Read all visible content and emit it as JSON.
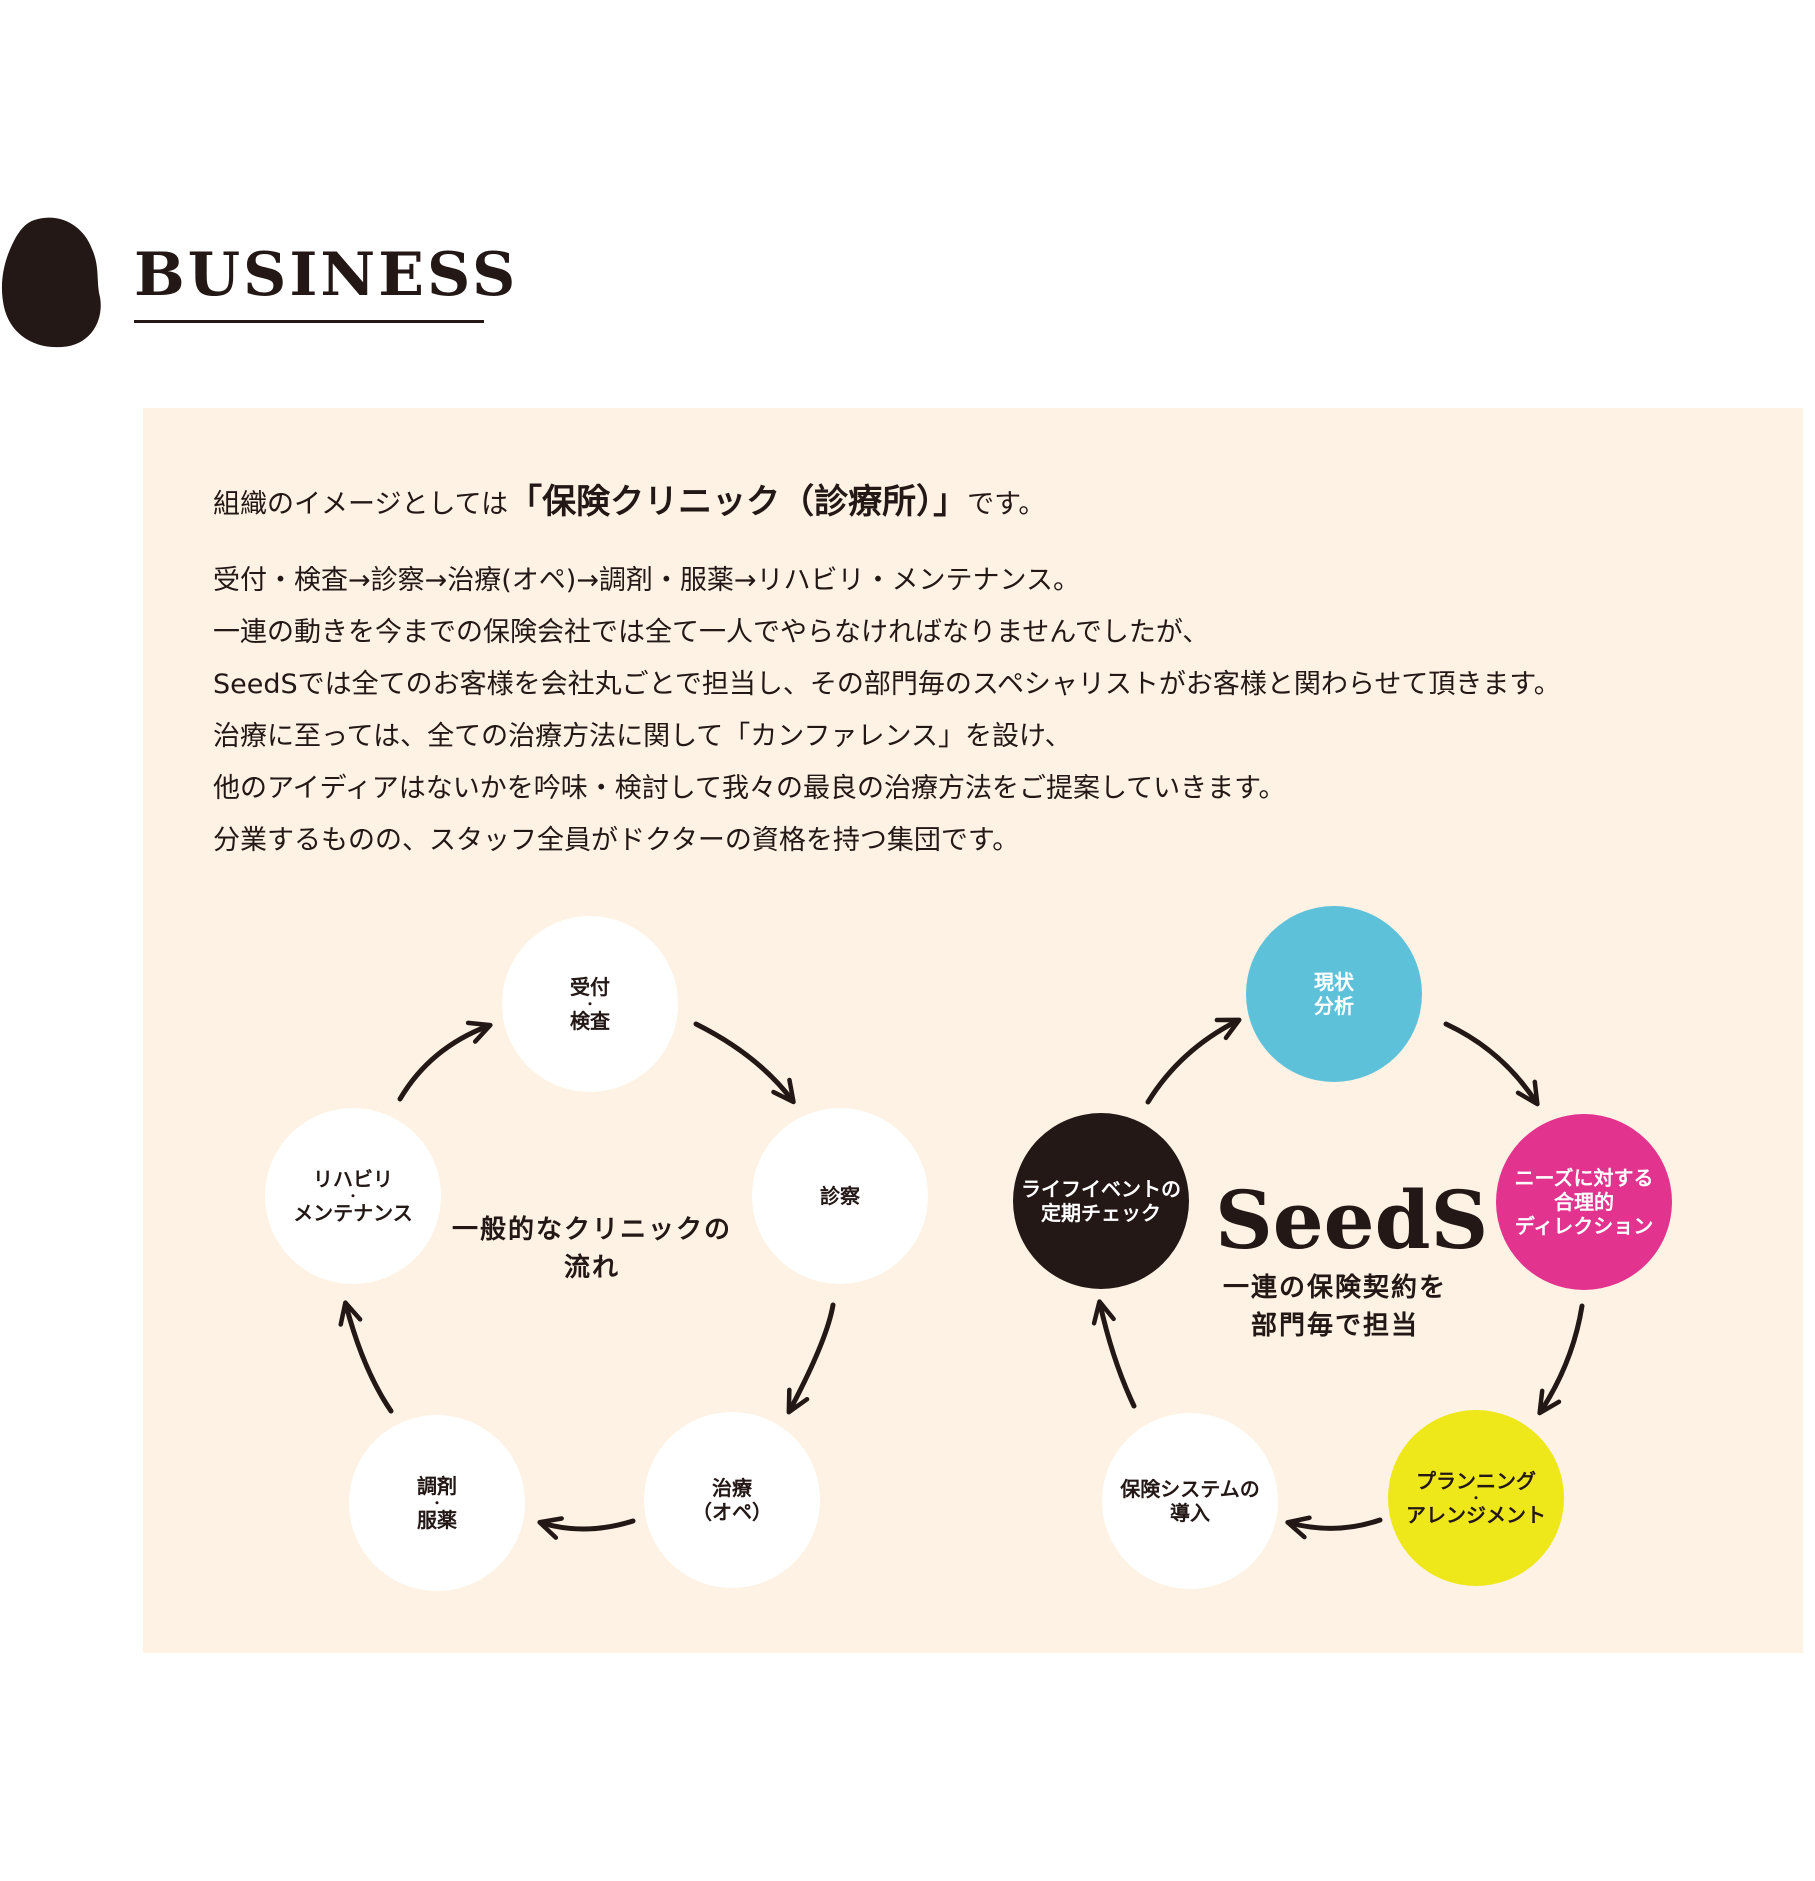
{
  "header": {
    "title": "BUSINESS"
  },
  "intro": {
    "prefix": "組織のイメージとしては",
    "emphasis": "「保険クリニック（診療所）」",
    "suffix": "です。"
  },
  "paragraph": [
    "受付・検査→診察→治療(オペ)→調剤・服薬→リハビリ・メンテナンス。",
    "一連の動きを今までの保険会社では全て一人でやらなければなりませんでしたが、",
    "SeedSでは全てのお客様を会社丸ごとで担当し、その部門毎のスペシャリストがお客様と関わらせて頂きます。",
    "治療に至っては、全ての治療方法に関して「カンファレンス」を設け、",
    "他のアイディアはないかを吟味・検討して我々の最良の治療方法をご提案していきます。",
    "分業するものの、スタッフ全員がドクターの資格を持つ集団です。"
  ],
  "clinic_cycle": {
    "center_lines": [
      "一般的なクリニックの",
      "流れ"
    ],
    "nodes": [
      {
        "id": "reception",
        "lines": [
          "受付",
          "検査"
        ],
        "separator": "・",
        "fill": "#ffffff",
        "text_color": "#231815"
      },
      {
        "id": "consultation",
        "lines": [
          "診察"
        ],
        "separator": "",
        "fill": "#ffffff",
        "text_color": "#231815"
      },
      {
        "id": "treatment",
        "lines": [
          "治療",
          "（オペ）"
        ],
        "separator": "",
        "fill": "#ffffff",
        "text_color": "#231815"
      },
      {
        "id": "pharmacy",
        "lines": [
          "調剤",
          "服薬"
        ],
        "separator": "・",
        "fill": "#ffffff",
        "text_color": "#231815"
      },
      {
        "id": "rehab",
        "lines": [
          "リハビリ",
          "メンテナンス"
        ],
        "separator": "・",
        "fill": "#ffffff",
        "text_color": "#231815"
      }
    ]
  },
  "seeds_cycle": {
    "logo": "SeedS",
    "center_lines": [
      "一連の保険契約を",
      "部門毎で担当"
    ],
    "nodes": [
      {
        "id": "analysis",
        "lines": [
          "現状",
          "分析"
        ],
        "separator": "",
        "fill": "#5ec1da",
        "text_color": "#ffffff"
      },
      {
        "id": "direction",
        "lines": [
          "ニーズに対する",
          "合理的",
          "ディレクション"
        ],
        "separator": "",
        "fill": "#e2338f",
        "text_color": "#ffffff"
      },
      {
        "id": "planning",
        "lines": [
          "プランニング",
          "アレンジメント"
        ],
        "separator": "・",
        "fill": "#eee719",
        "text_color": "#231815"
      },
      {
        "id": "install",
        "lines": [
          "保険システムの",
          "導入"
        ],
        "separator": "",
        "fill": "#ffffff",
        "text_color": "#231815"
      },
      {
        "id": "lifeevent",
        "lines": [
          "ライフイベントの",
          "定期チェック"
        ],
        "separator": "",
        "fill": "#231815",
        "text_color": "#ffffff"
      }
    ]
  },
  "colors": {
    "panel_bg": "#fdf2e3",
    "ink": "#231815",
    "cyan": "#5ec1da",
    "magenta": "#e2338f",
    "yellow": "#eee719"
  }
}
